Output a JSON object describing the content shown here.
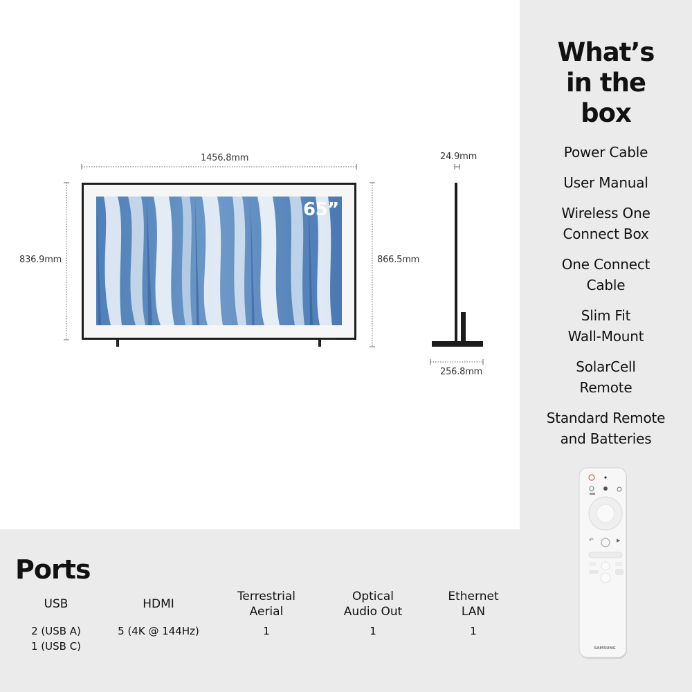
{
  "dimensions": {
    "front_width": "1456.8mm",
    "front_height_screen": "836.9mm",
    "front_height_stand": "866.5mm",
    "side_depth": "24.9mm",
    "stand_depth": "256.8mm",
    "size_badge": "65”"
  },
  "box": {
    "title": "What’s\nin the\nbox",
    "items": [
      "Power Cable",
      "User Manual",
      "Wireless One\nConnect Box",
      "One Connect\nCable",
      "Slim Fit\nWall-Mount",
      "SolarCell\nRemote",
      "Standard Remote\nand Batteries"
    ]
  },
  "remote": {
    "brand": "SAMSUNG"
  },
  "ports": {
    "title": "Ports",
    "columns": [
      {
        "label": "USB",
        "value": "2 (USB A)\n1 (USB C)"
      },
      {
        "label": "HDMI",
        "value": "5 (4K @ 144Hz)"
      },
      {
        "label": "Terrestrial\nAerial",
        "value": "1"
      },
      {
        "label": "Optical\nAudio Out",
        "value": "1"
      },
      {
        "label": "Ethernet\nLAN",
        "value": "1"
      }
    ]
  }
}
